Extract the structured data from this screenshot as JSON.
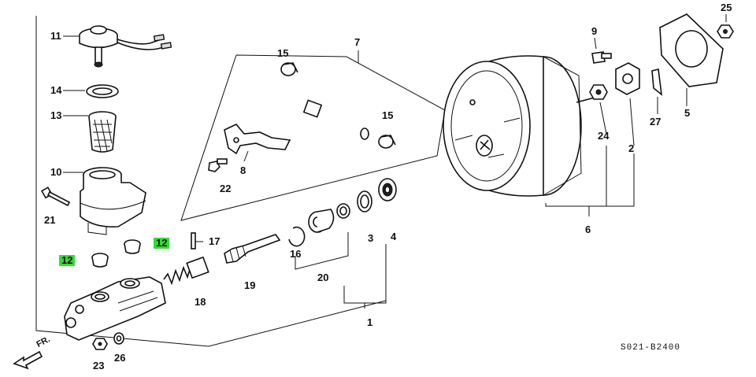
{
  "diagram": {
    "code": "S021-B2400",
    "direction_label": "FR.",
    "highlight_color": "#33dd33",
    "labels": [
      {
        "id": "11",
        "text": "11"
      },
      {
        "id": "14",
        "text": "14"
      },
      {
        "id": "13",
        "text": "13"
      },
      {
        "id": "10",
        "text": "10"
      },
      {
        "id": "21",
        "text": "21"
      },
      {
        "id": "12a",
        "text": "12"
      },
      {
        "id": "12b",
        "text": "12"
      },
      {
        "id": "23",
        "text": "23"
      },
      {
        "id": "26",
        "text": "26"
      },
      {
        "id": "7",
        "text": "7"
      },
      {
        "id": "15a",
        "text": "15"
      },
      {
        "id": "15b",
        "text": "15"
      },
      {
        "id": "8",
        "text": "8"
      },
      {
        "id": "22",
        "text": "22"
      },
      {
        "id": "17",
        "text": "17"
      },
      {
        "id": "18",
        "text": "18"
      },
      {
        "id": "19",
        "text": "19"
      },
      {
        "id": "16",
        "text": "16"
      },
      {
        "id": "20",
        "text": "20"
      },
      {
        "id": "3",
        "text": "3"
      },
      {
        "id": "4",
        "text": "4"
      },
      {
        "id": "1",
        "text": "1"
      },
      {
        "id": "9",
        "text": "9"
      },
      {
        "id": "24",
        "text": "24"
      },
      {
        "id": "2",
        "text": "2"
      },
      {
        "id": "27",
        "text": "27"
      },
      {
        "id": "25",
        "text": "25"
      },
      {
        "id": "5",
        "text": "5"
      },
      {
        "id": "6",
        "text": "6"
      }
    ]
  }
}
